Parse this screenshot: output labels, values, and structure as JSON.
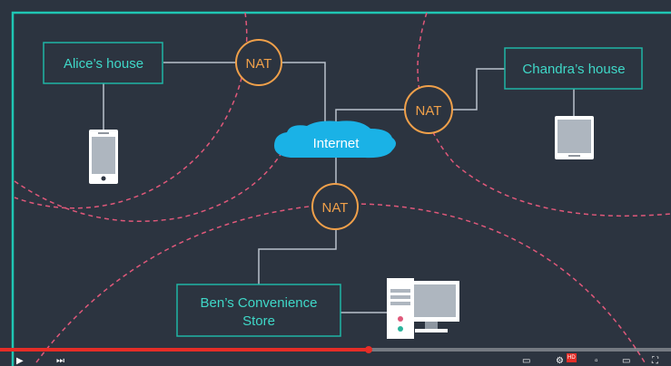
{
  "nodes": {
    "alice": "Alice’s house",
    "chandra": "Chandra’s house",
    "ben_line1": "Ben’s Convenience",
    "ben_line2": "Store",
    "internet": "Internet"
  },
  "nat_label": "NAT",
  "colors": {
    "background": "#2c3440",
    "frame": "#1fc7b4",
    "box_border": "#1fb5a5",
    "box_text": "#3fd8c8",
    "nat": "#f0a04a",
    "cloud": "#1ab2e6",
    "dashed_zone": "#e0587a",
    "wire": "#b9c2cc",
    "progress": "#e52d27"
  },
  "video": {
    "progress": 0.55,
    "hd_badge": "HD"
  }
}
